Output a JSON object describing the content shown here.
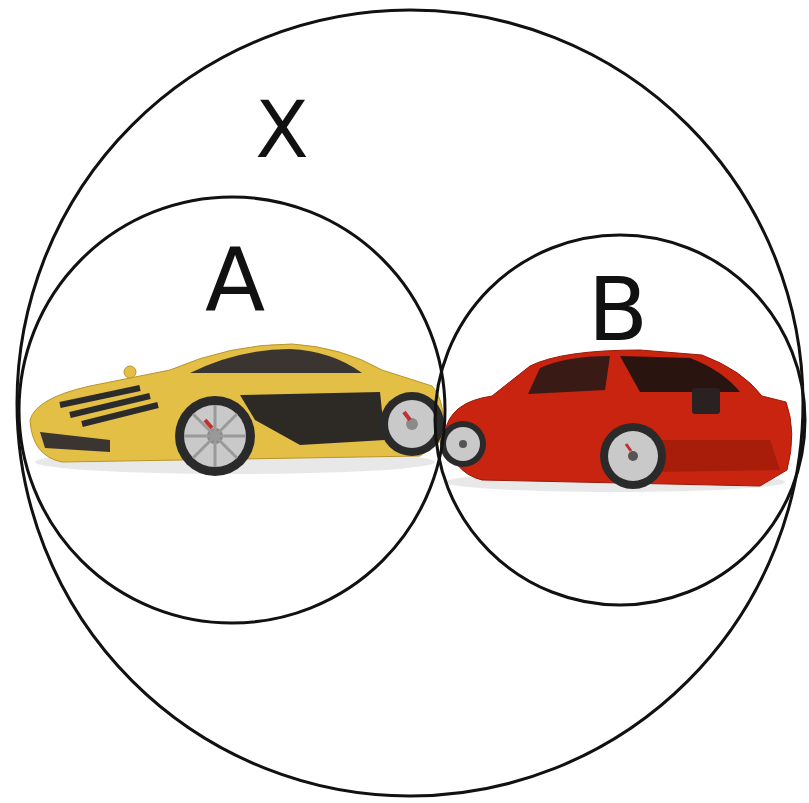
{
  "diagram": {
    "nodes": [
      {
        "text": [
          "X"
        ]
      },
      {
        "text": [
          "A"
        ],
        "in": 0
      },
      {
        "text": [
          "B"
        ],
        "in": 0
      }
    ]
  }
}
